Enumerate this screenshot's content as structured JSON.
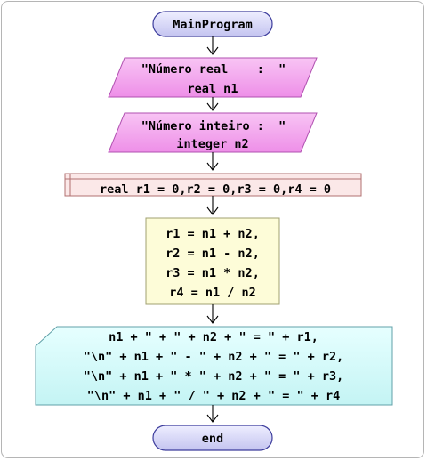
{
  "start": {
    "label": "MainProgram"
  },
  "input1": {
    "lines": [
      "\"Número real    :  \"",
      "real n1"
    ]
  },
  "input2": {
    "lines": [
      "\"Número inteiro :  \"",
      "integer n2"
    ]
  },
  "declare": {
    "label": "real r1 = 0,r2 = 0,r3 = 0,r4 = 0"
  },
  "process": {
    "lines": [
      "r1 = n1 + n2,",
      "r2 = n1 - n2,",
      "r3 = n1 * n2,",
      "r4 = n1 / n2"
    ]
  },
  "output": {
    "lines": [
      "n1 + \" + \" + n2 + \" = \" + r1,",
      "\"\\n\" + n1 + \" - \" + n2 + \" = \" + r2,",
      "\"\\n\" + n1 + \" * \" + n2 + \" = \" + r3,",
      "\"\\n\" + n1 + \" / \" + n2 + \" = \" + r4"
    ]
  },
  "end": {
    "label": "end"
  },
  "colors": {
    "terminal_fill": "#d8d8fa",
    "terminal_stroke": "#3c3c9c",
    "input_fill": "#f3a8f0",
    "input_stroke": "#b050b0",
    "declare_fill": "#fbe8e8",
    "declare_stroke": "#b07070",
    "process_fill": "#fdfcd8",
    "process_stroke": "#a0a070",
    "output_fill": "#d6fafa",
    "output_stroke": "#60a0a8",
    "arrow": "#000000"
  }
}
